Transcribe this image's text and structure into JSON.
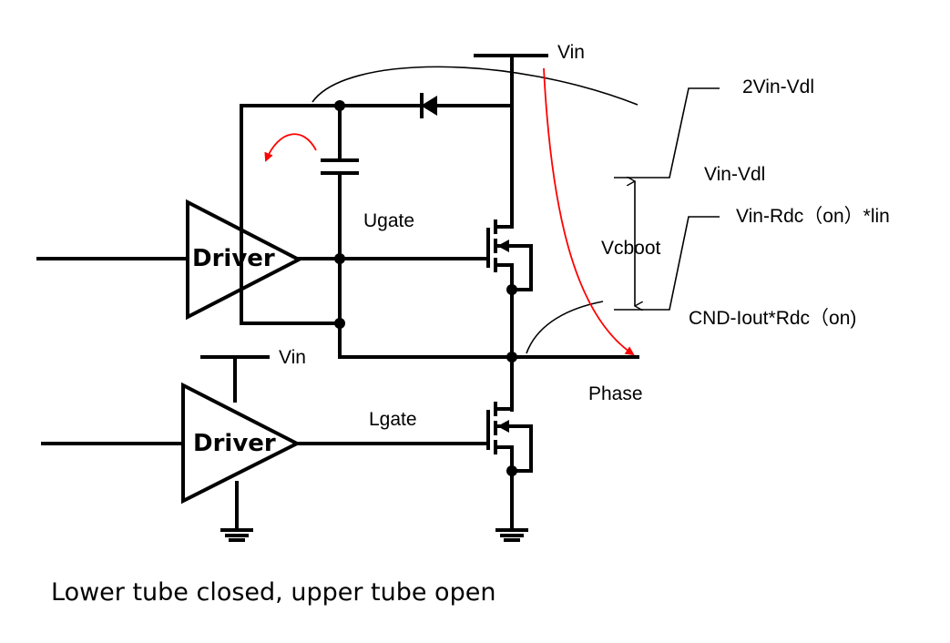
{
  "diagram": {
    "labels": {
      "vin_top": "Vin",
      "vin_low": "Vin",
      "ugate": "Ugate",
      "lgate": "Lgate",
      "driver_upper": "Driver",
      "driver_lower": "Driver",
      "phase": "Phase",
      "vcboot": "Vcboot",
      "level_2vin": "2Vin-Vdl",
      "level_vin_vdl": "Vin-Vdl",
      "level_vin_rdc": "Vin-Rdc（on）*lin",
      "level_gnd": "CND-Iout*Rdc（on)"
    },
    "caption": "Lower tube closed, upper tube open",
    "colors": {
      "line": "#000000",
      "current_arrow": "#ff0000"
    }
  }
}
